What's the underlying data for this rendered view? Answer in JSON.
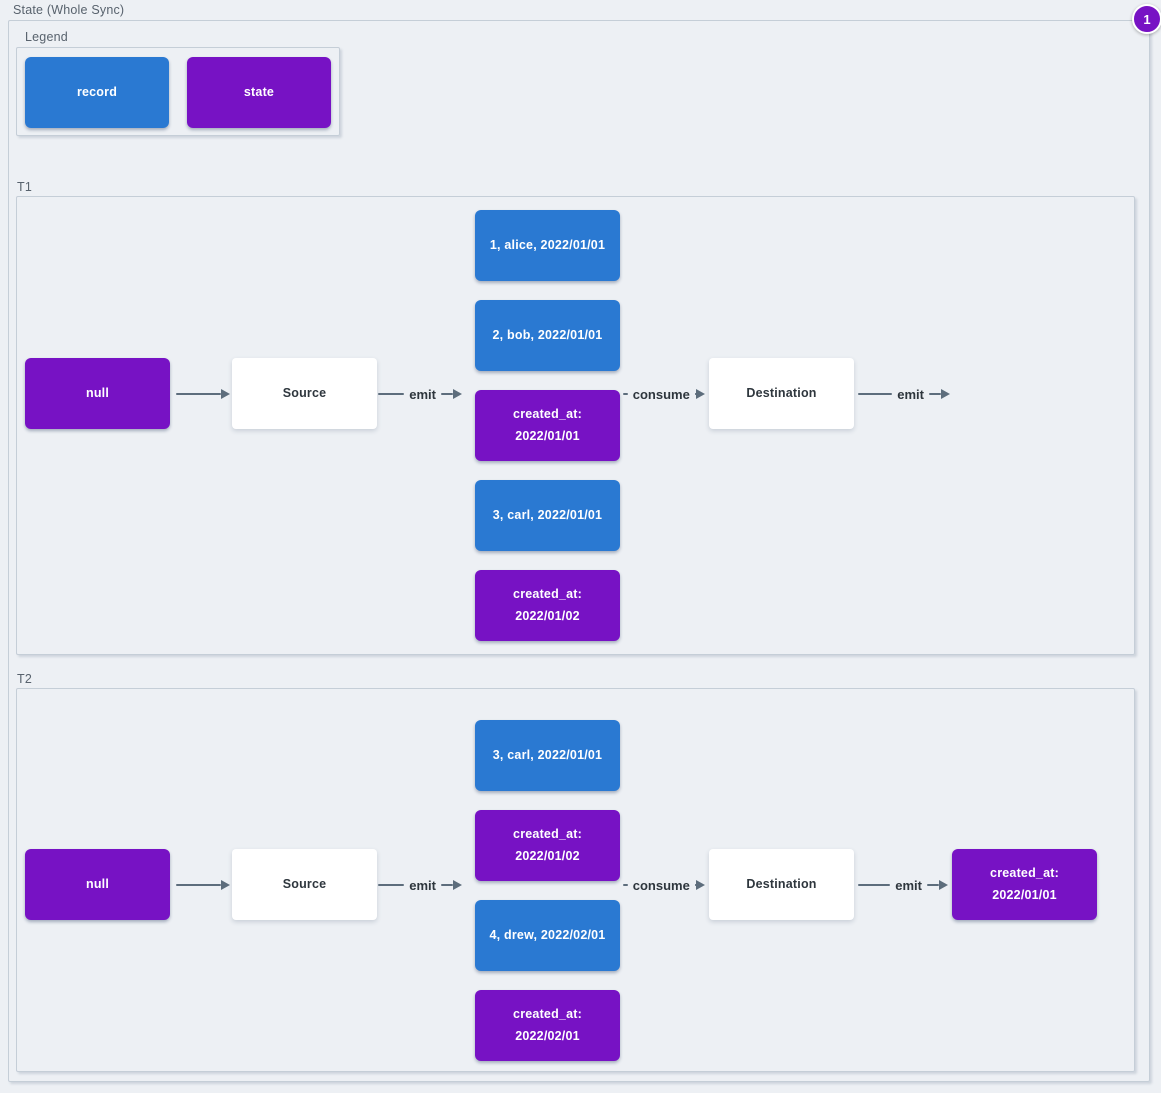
{
  "colors": {
    "record": "#2a79d2",
    "state": "#7712c4",
    "bg": "#edf0f4",
    "frame_border": "#c5ced7",
    "label_text": "#58626d",
    "arrow": "#5d6d7c",
    "dark_text": "#2e363d"
  },
  "title": "State (Whole Sync)",
  "badge": {
    "value": "1"
  },
  "legend": {
    "label": "Legend",
    "items": [
      {
        "label": "record",
        "type": "record"
      },
      {
        "label": "state",
        "type": "state"
      }
    ]
  },
  "sections": {
    "t1": {
      "label": "T1",
      "state_in": "null",
      "source": "Source",
      "destination": "Destination",
      "arrow_emit": "emit",
      "arrow_consume": "consume",
      "arrow_emit_out": "emit",
      "queue": [
        {
          "text": "1, alice, 2022/01/01",
          "type": "record"
        },
        {
          "text": "2, bob, 2022/01/01",
          "type": "record"
        },
        {
          "text": "created_at: 2022/01/01",
          "type": "state"
        },
        {
          "text": "3, carl, 2022/01/01",
          "type": "record"
        },
        {
          "text": "created_at: 2022/01/02",
          "type": "state"
        }
      ]
    },
    "t2": {
      "label": "T2",
      "state_in": "null",
      "source": "Source",
      "destination": "Destination",
      "arrow_emit": "emit",
      "arrow_consume": "consume",
      "arrow_emit_out": "emit",
      "queue": [
        {
          "text": "3, carl, 2022/01/01",
          "type": "record"
        },
        {
          "text": "created_at: 2022/01/02",
          "type": "state"
        },
        {
          "text": "4, drew, 2022/02/01",
          "type": "record"
        },
        {
          "text": "created_at: 2022/02/01",
          "type": "state"
        }
      ],
      "state_out": "created_at: 2022/01/01"
    }
  }
}
